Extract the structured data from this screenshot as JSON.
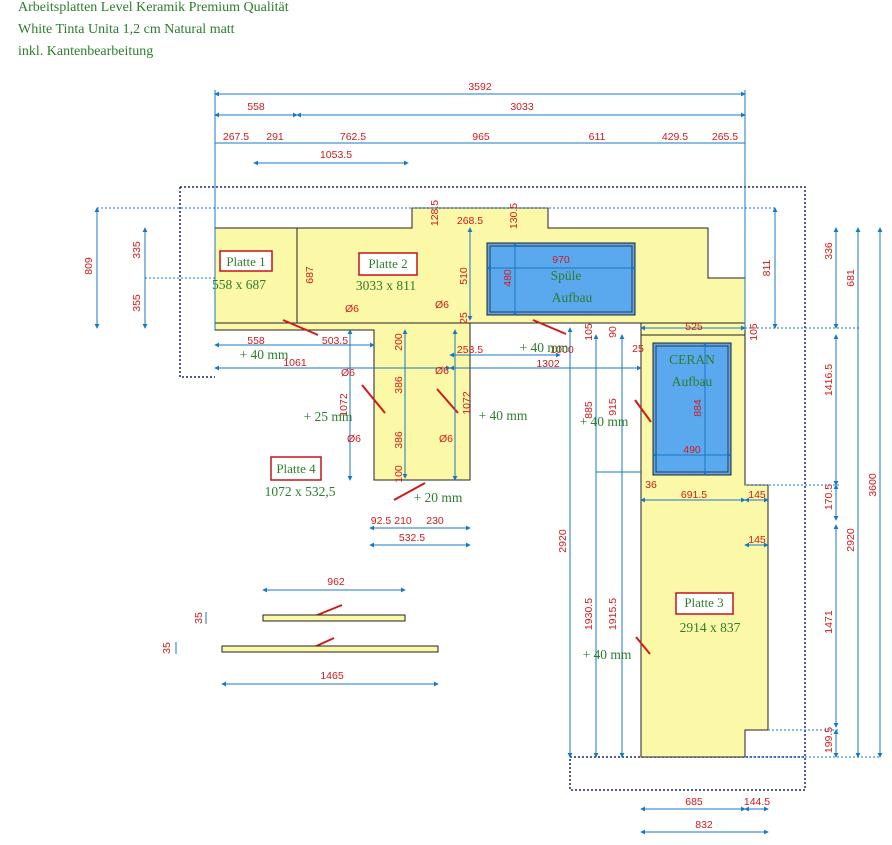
{
  "header": {
    "line1": "Arbeitsplatten Level Keramik Premium Qualität",
    "line2": "White Tinta Unita 1,2 cm Natural matt",
    "line3": "inkl. Kantenbearbeitung"
  },
  "plates": {
    "p1": {
      "label": "Platte 1",
      "size": "558 x 687"
    },
    "p2": {
      "label": "Platte 2",
      "size": "3033 x 811"
    },
    "p3": {
      "label": "Platte 3",
      "size": "2914 x 837"
    },
    "p4": {
      "label": "Platte 4",
      "size": "1072 x 532,5"
    }
  },
  "cutouts": {
    "sink_line1": "Spüle",
    "sink_line2": "Aufbau",
    "ceran_line1": "CERAN",
    "ceran_line2": "Aufbau"
  },
  "notes": {
    "p1_edge": "+ 40 mm",
    "p4_left": "+ 25 mm",
    "p4_right": "+ 40 mm",
    "p4_bottom": "+ 20 mm",
    "p2_mid": "+ 40 mm",
    "p3_upper": "+ 40 mm",
    "p3_lower": "+ 40 mm"
  },
  "dims": {
    "total_width": "3592",
    "w_558": "558",
    "w_3033": "3033",
    "c_267": "267.5",
    "c_291": "291",
    "c_762": "762.5",
    "c_965": "965",
    "c_611": "611",
    "c_429": "429.5",
    "c_265": "265.5",
    "c_1053": "1053.5",
    "h_809": "809",
    "h_335": "335",
    "h_355": "355",
    "h_687": "687",
    "h_128": "128.5",
    "h_268": "268.5",
    "h_130": "130.5",
    "sink_w": "970",
    "sink_h": "480",
    "h_510": "510",
    "h_811": "811",
    "r_336": "336",
    "r_681": "681",
    "r_1416": "1416.5",
    "r_3600": "3600",
    "r_170": "170.5",
    "r_2920": "2920",
    "r_1471": "1471",
    "r_199": "199.5",
    "w_558b": "558",
    "w_503": "503.5",
    "w_1061": "1061",
    "d6_a": "Ø6",
    "d6_b": "Ø6",
    "d6_c": "Ø6",
    "d6_d": "Ø6",
    "d6_e": "Ø6",
    "d6_f": "Ø6",
    "v_200": "200",
    "v_386a": "386",
    "v_386b": "386",
    "v_100": "100",
    "v_1072a": "1072",
    "v_1072b": "1072",
    "v_25": "25",
    "w_253": "253.5",
    "w_1000": "1000",
    "w_1302": "1302",
    "w_525": "525",
    "v_105a": "105",
    "v_105b": "105",
    "v_90": "90",
    "v_25b": "25",
    "v_885": "885",
    "v_915": "915",
    "ceran_h": "884",
    "ceran_w": "490",
    "v_36": "36",
    "w_691": "691.5",
    "w_145a": "145",
    "w_145b": "145",
    "w_92": "92.5",
    "w_210": "210",
    "w_230": "230",
    "w_532": "532.5",
    "v_2920l": "2920",
    "v_1930": "1930.5",
    "v_1915": "1915.5",
    "w_685": "685",
    "w_144": "144.5",
    "w_832": "832",
    "strip1_w": "962",
    "strip1_h": "35",
    "strip2_w": "1465",
    "strip2_h": "35"
  }
}
